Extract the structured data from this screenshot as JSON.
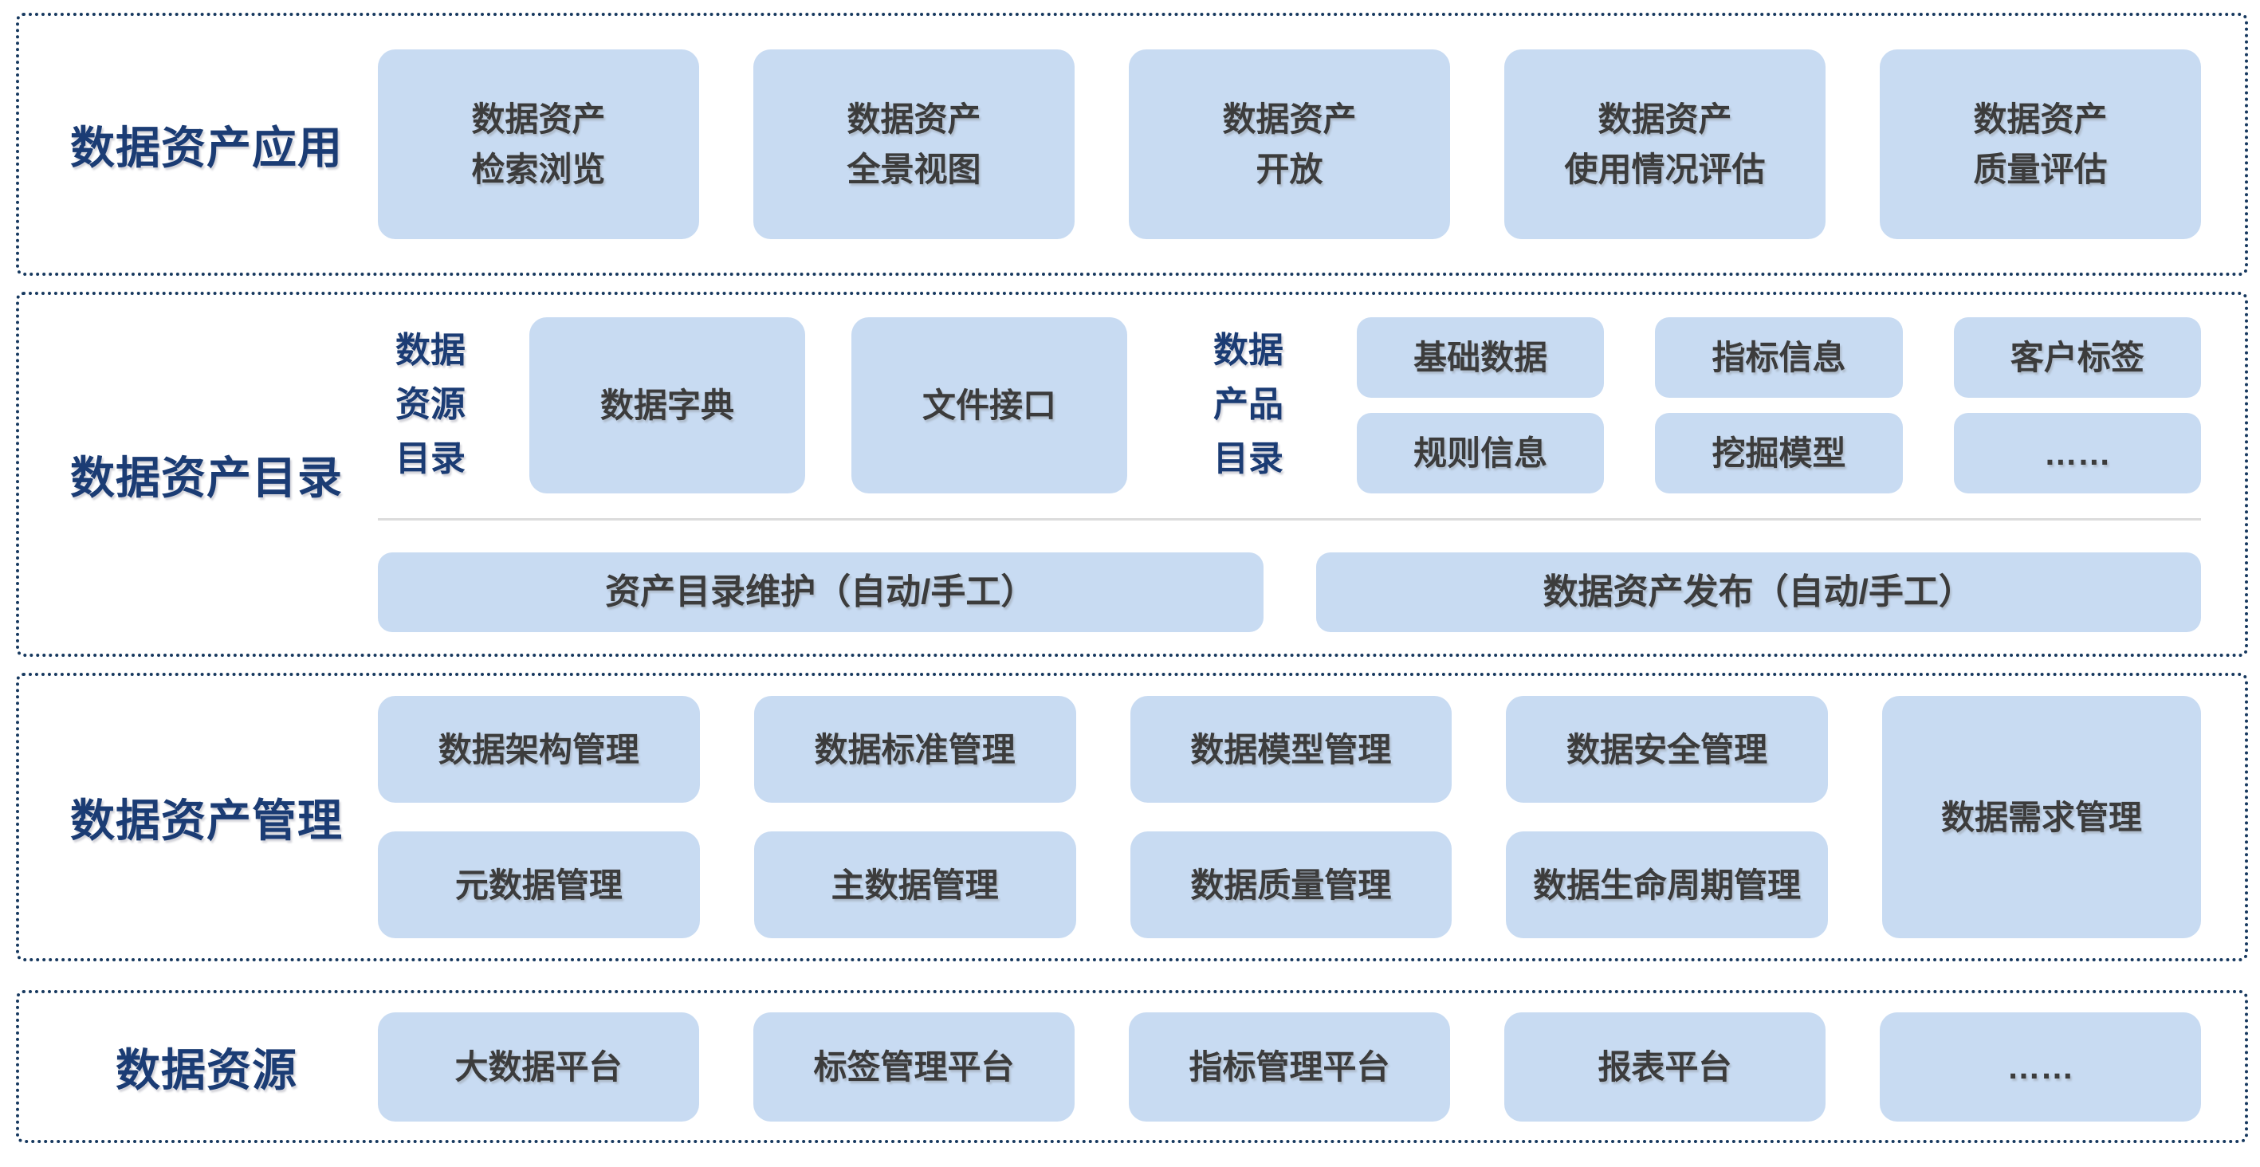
{
  "colors": {
    "box_fill": "#C8DBF2",
    "heading_text": "#1B3C74",
    "box_text": "#3C3C3C",
    "section_border": "#17395F",
    "divider": "#DCDCDC"
  },
  "sections": {
    "application": {
      "label": "数据资产应用",
      "boxes": [
        "数据资产\n检索浏览",
        "数据资产\n全景视图",
        "数据资产\n开放",
        "数据资产\n使用情况评估",
        "数据资产\n质量评估"
      ]
    },
    "catalog": {
      "label": "数据资产目录",
      "resource_catalog": {
        "label": "数据\n资源\n目录",
        "boxes": [
          "数据字典",
          "文件接口"
        ]
      },
      "product_catalog": {
        "label": "数据\n产品\n目录",
        "row1": [
          "基础数据",
          "指标信息",
          "客户标签"
        ],
        "row2": [
          "规则信息",
          "挖掘模型",
          "……"
        ]
      },
      "bottom_boxes": [
        "资产目录维护（自动/手工）",
        "数据资产发布（自动/手工）"
      ]
    },
    "management": {
      "label": "数据资产管理",
      "row1": [
        "数据架构管理",
        "数据标准管理",
        "数据模型管理",
        "数据安全管理"
      ],
      "row2": [
        "元数据管理",
        "主数据管理",
        "数据质量管理",
        "数据生命周期管理"
      ],
      "tall_box": "数据需求管理"
    },
    "resources": {
      "label": "数据资源",
      "boxes": [
        "大数据平台",
        "标签管理平台",
        "指标管理平台",
        "报表平台",
        "……"
      ]
    }
  }
}
